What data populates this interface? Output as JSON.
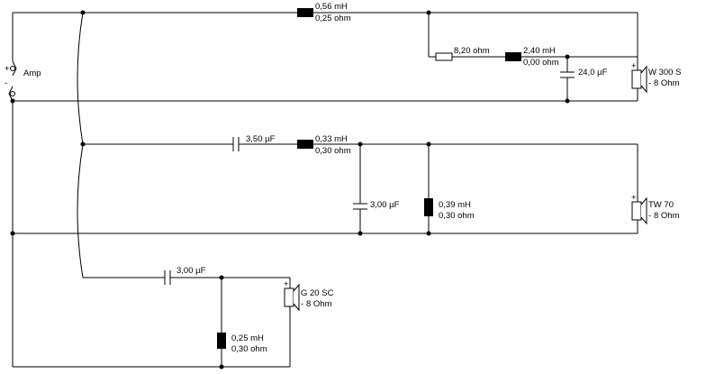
{
  "amp": {
    "label": "Amp",
    "plus": "+",
    "minus": "-"
  },
  "woofer": {
    "inductor_1": {
      "value": "0,56 mH",
      "resistance": "0,25 ohm"
    },
    "resistor": {
      "value": "8,20 ohm"
    },
    "inductor_2": {
      "value": "2,40 mH",
      "resistance": "0,00 ohm"
    },
    "capacitor": {
      "value": "24,0 µF"
    },
    "speaker": {
      "name": "W 300 S",
      "impedance": "8 Ohm",
      "plus": "+",
      "minus": "-"
    }
  },
  "tweeter": {
    "capacitor_1": {
      "value": "3,50 µF"
    },
    "inductor_1": {
      "value": "0,33 mH",
      "resistance": "0,30 ohm"
    },
    "capacitor_2": {
      "value": "3,00 µF"
    },
    "inductor_2": {
      "value": "0,39 mH",
      "resistance": "0,30 ohm"
    },
    "speaker": {
      "name": "TW 70",
      "impedance": "8 Ohm",
      "plus": "+",
      "minus": "-"
    }
  },
  "super_tweeter": {
    "capacitor": {
      "value": "3,00 µF"
    },
    "inductor": {
      "value": "0,25 mH",
      "resistance": "0,30 ohm"
    },
    "speaker": {
      "name": "G 20 SC",
      "impedance": "8 Ohm",
      "plus": "+",
      "minus": "-"
    }
  }
}
